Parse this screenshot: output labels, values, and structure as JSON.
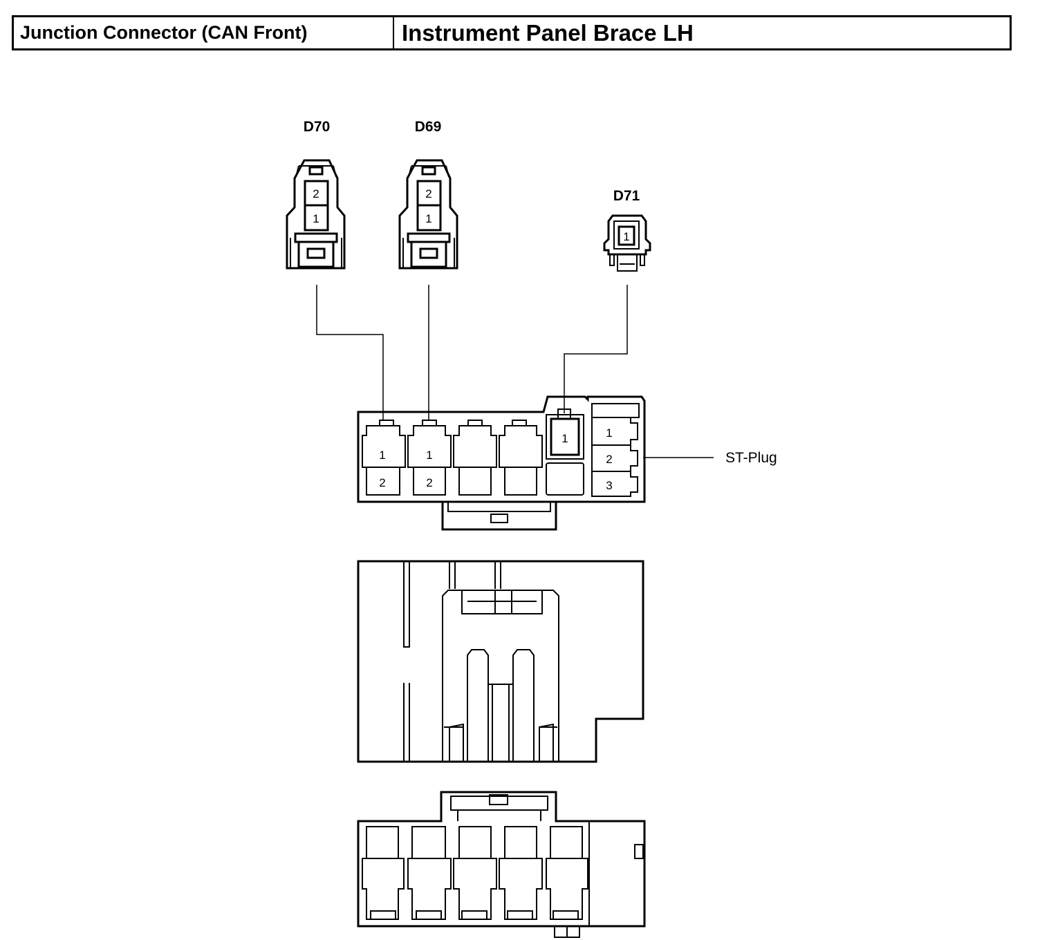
{
  "header": {
    "title_left": "Junction Connector (CAN Front)",
    "title_right": "Instrument Panel Brace LH"
  },
  "connectors": {
    "d70": {
      "label": "D70",
      "pin_top": "2",
      "pin_bottom": "1"
    },
    "d69": {
      "label": "D69",
      "pin_top": "2",
      "pin_bottom": "1"
    },
    "d71": {
      "label": "D71",
      "pin": "1"
    }
  },
  "junction_block": {
    "d70_pins": [
      "1",
      "2"
    ],
    "d69_pins": [
      "1",
      "2"
    ],
    "d71_pin": "1",
    "st_plug_pins": [
      "1",
      "2",
      "3"
    ],
    "st_plug_label": "ST-Plug"
  },
  "colors": {
    "line": "#000000",
    "background": "#ffffff"
  }
}
